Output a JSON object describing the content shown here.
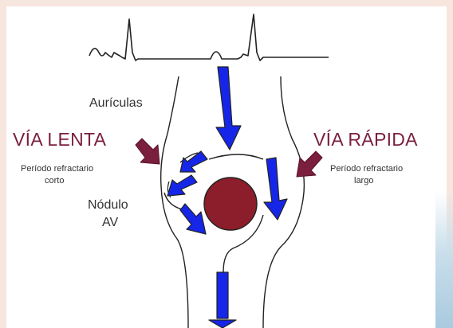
{
  "labels": {
    "auriculas": "Aurículas",
    "via_lenta": "VÍA LENTA",
    "via_lenta_note_1": "Período refractario",
    "via_lenta_note_2": "corto",
    "via_rapida": "VÍA RÁPIDA",
    "via_rapida_note_1": "Período refractario",
    "via_rapida_note_2": "largo",
    "nodulo_1": "Nódulo",
    "nodulo_2": "AV"
  },
  "colors": {
    "title": "#7a1f3d",
    "pointer_arrow": "#7a1f3d",
    "conduction_arrow": "#1626e8",
    "av_node": "#8b1e2a",
    "outline": "#222222",
    "background": "#f7e6de"
  },
  "icons": {
    "ecg": "ecg-trace",
    "pointer": "pointer-arrow",
    "conduction": "conduction-arrow"
  }
}
